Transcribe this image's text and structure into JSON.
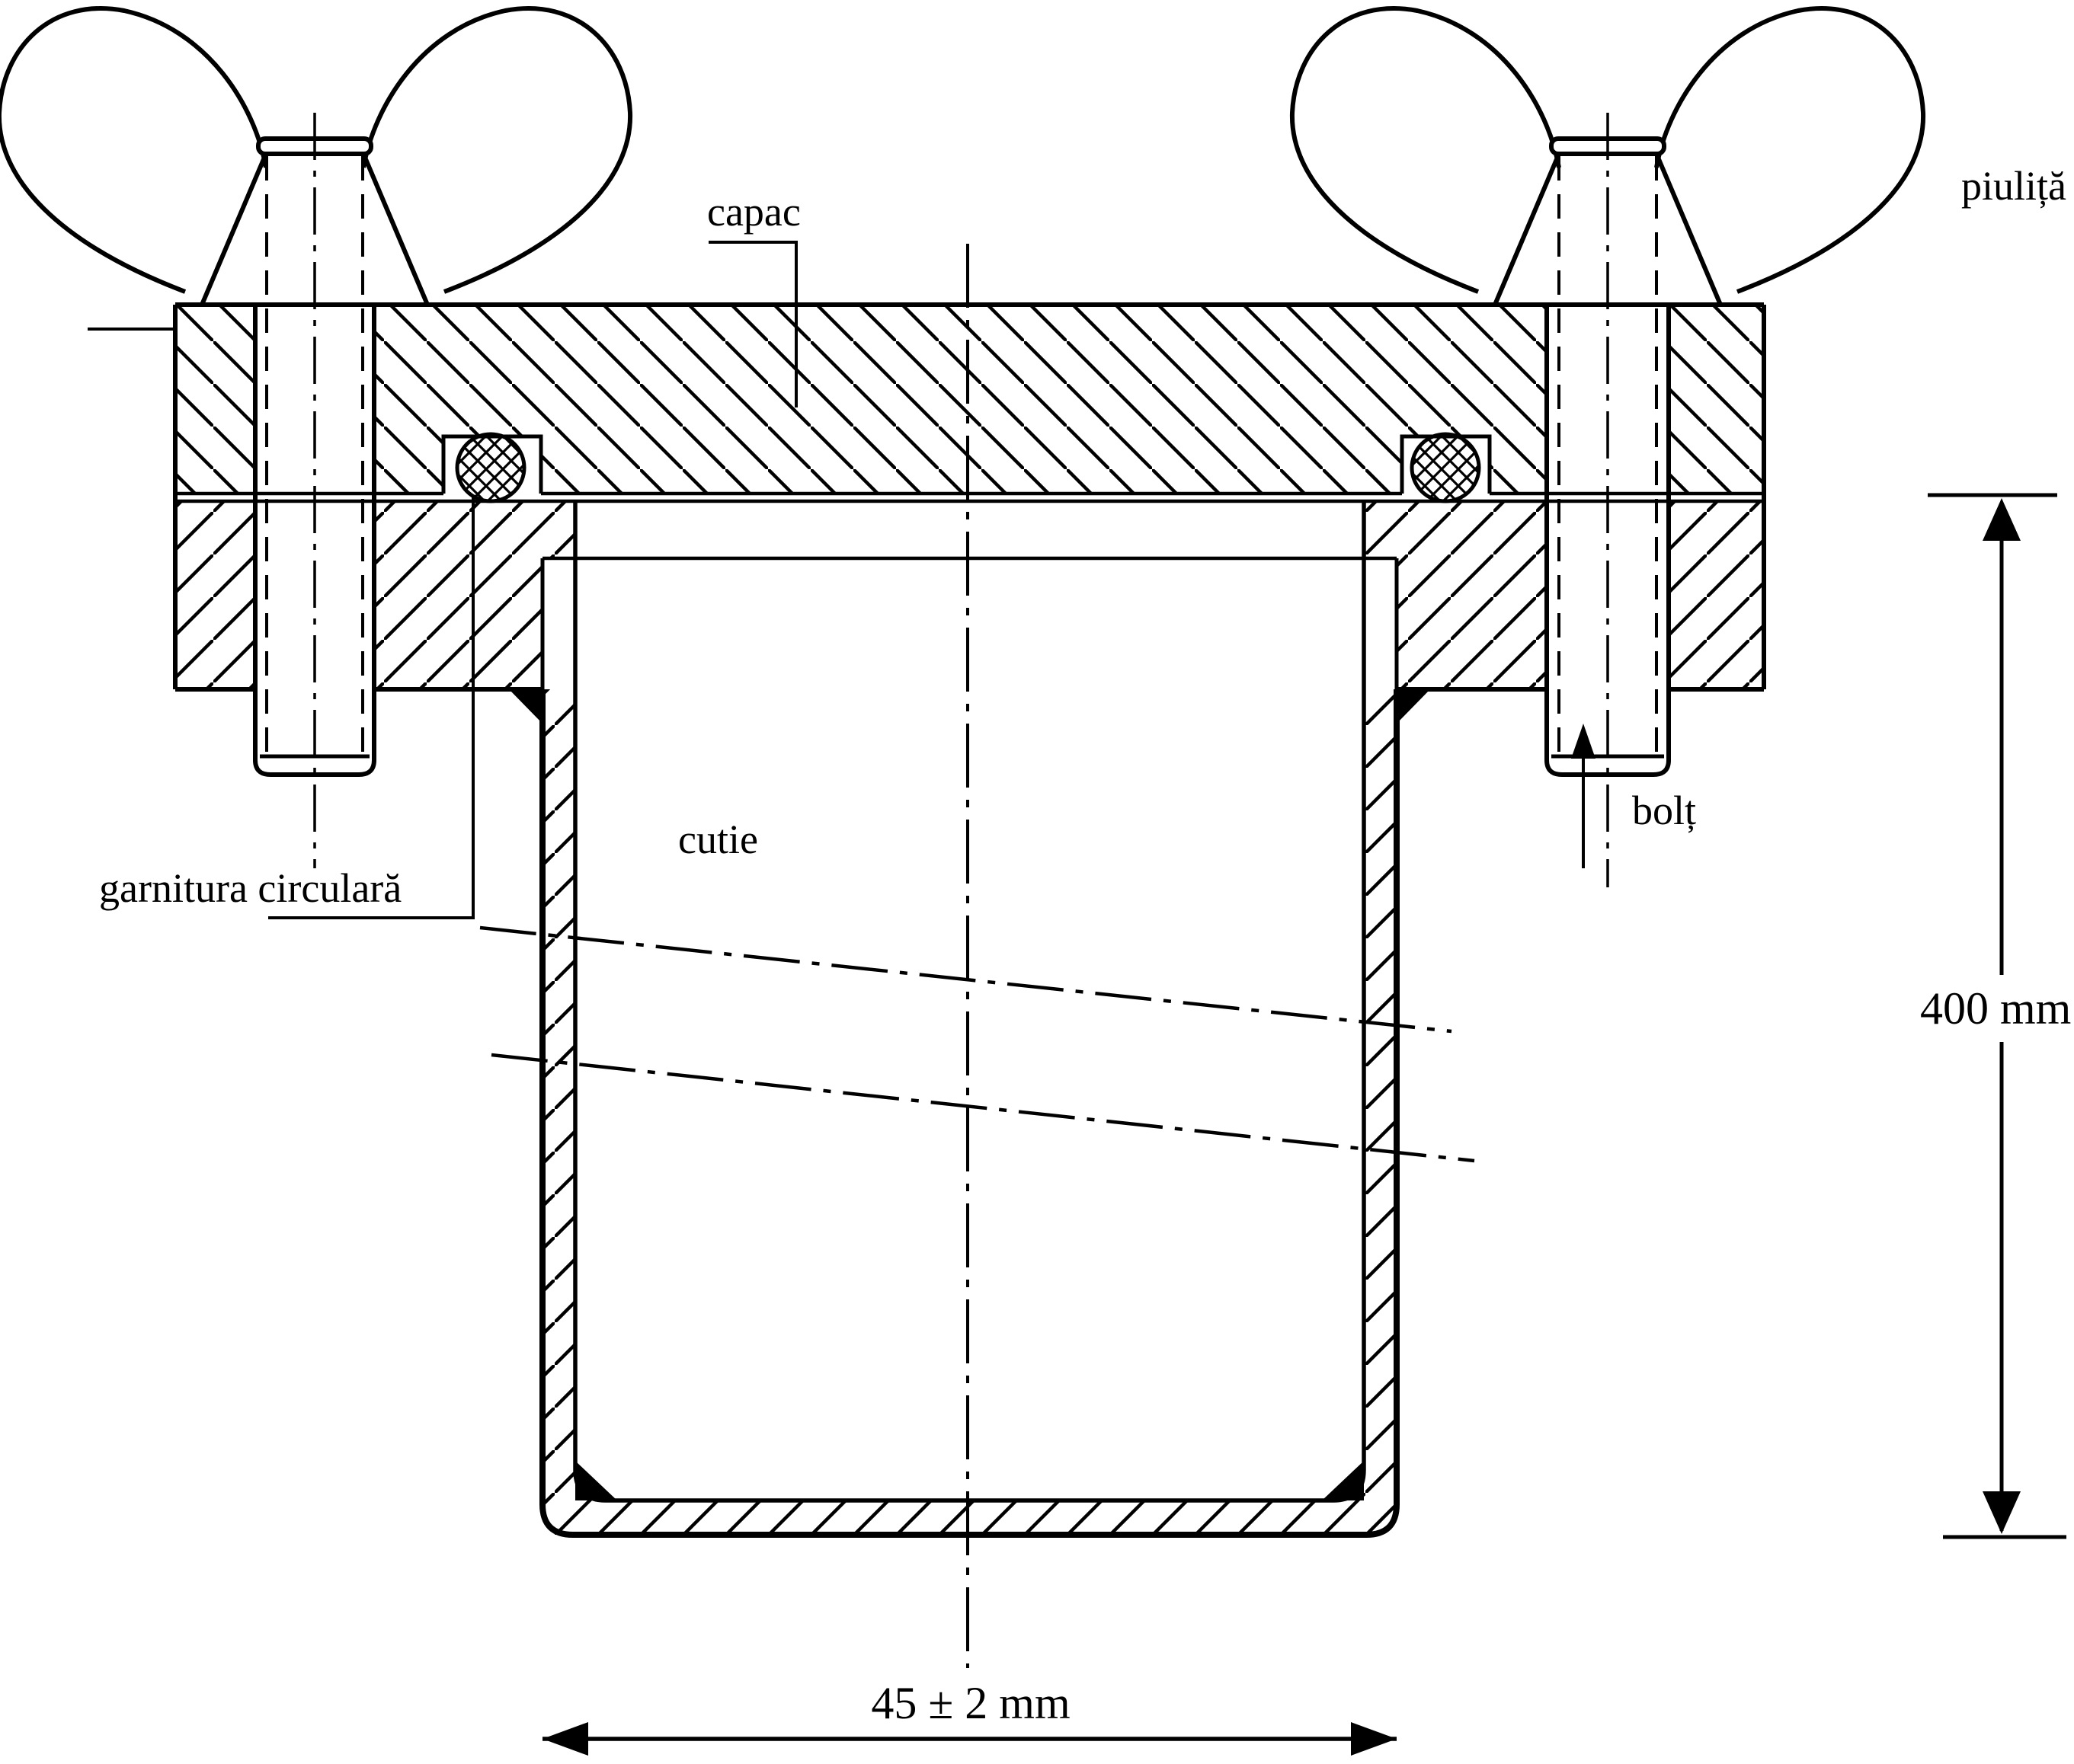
{
  "diagram": {
    "title": "sectional drawing of a test box with lid, wing nuts and gasket",
    "labels": {
      "capac": "capac",
      "piulita": "piuliță",
      "bolt": "bolț",
      "garnitura": "garnitura circulară",
      "cutie": "cutie"
    },
    "dimensions": {
      "height_value": "400 mm",
      "width_value": "45 ± 2 mm"
    },
    "colors": {
      "ink": "#000000",
      "background": "#ffffff"
    }
  }
}
